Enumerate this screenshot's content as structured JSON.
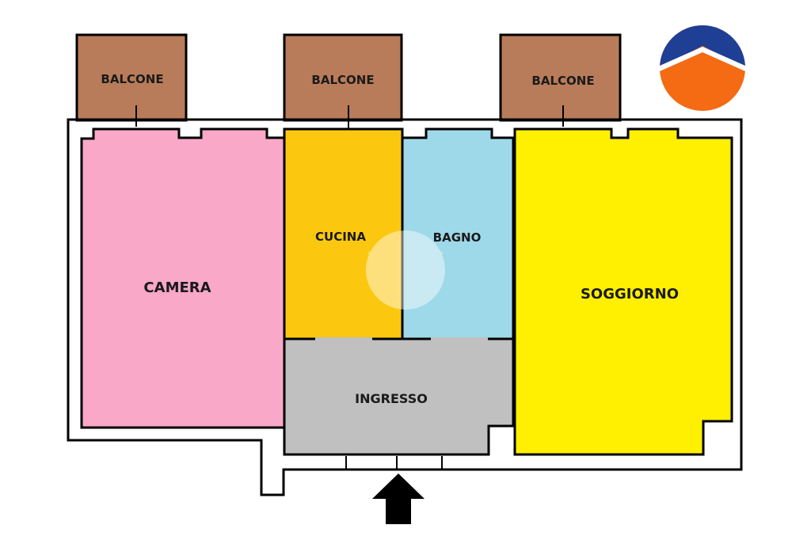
{
  "floorplan": {
    "rooms": {
      "camera": {
        "label": "CAMERA",
        "color": "#F9A8C8"
      },
      "cucina": {
        "label": "CUCINA",
        "color": "#FCC80F"
      },
      "bagno": {
        "label": "BAGNO",
        "color": "#9ED9E9"
      },
      "soggiorno": {
        "label": "SOGGIORNO",
        "color": "#FFEF00"
      },
      "ingresso": {
        "label": "INGRESSO",
        "color": "#C0C0C0"
      }
    },
    "balconies": [
      {
        "label": "BALCONE",
        "color": "#B87C5A"
      },
      {
        "label": "BALCONE",
        "color": "#B87C5A"
      },
      {
        "label": "BALCONE",
        "color": "#B87C5A"
      }
    ],
    "wall_color": "#000000",
    "entrance_icon": "entrance-arrow-icon",
    "logo": {
      "icon": "house-roof-logo-icon",
      "top_color": "#1F3F94",
      "bottom_color": "#F46B13"
    }
  }
}
